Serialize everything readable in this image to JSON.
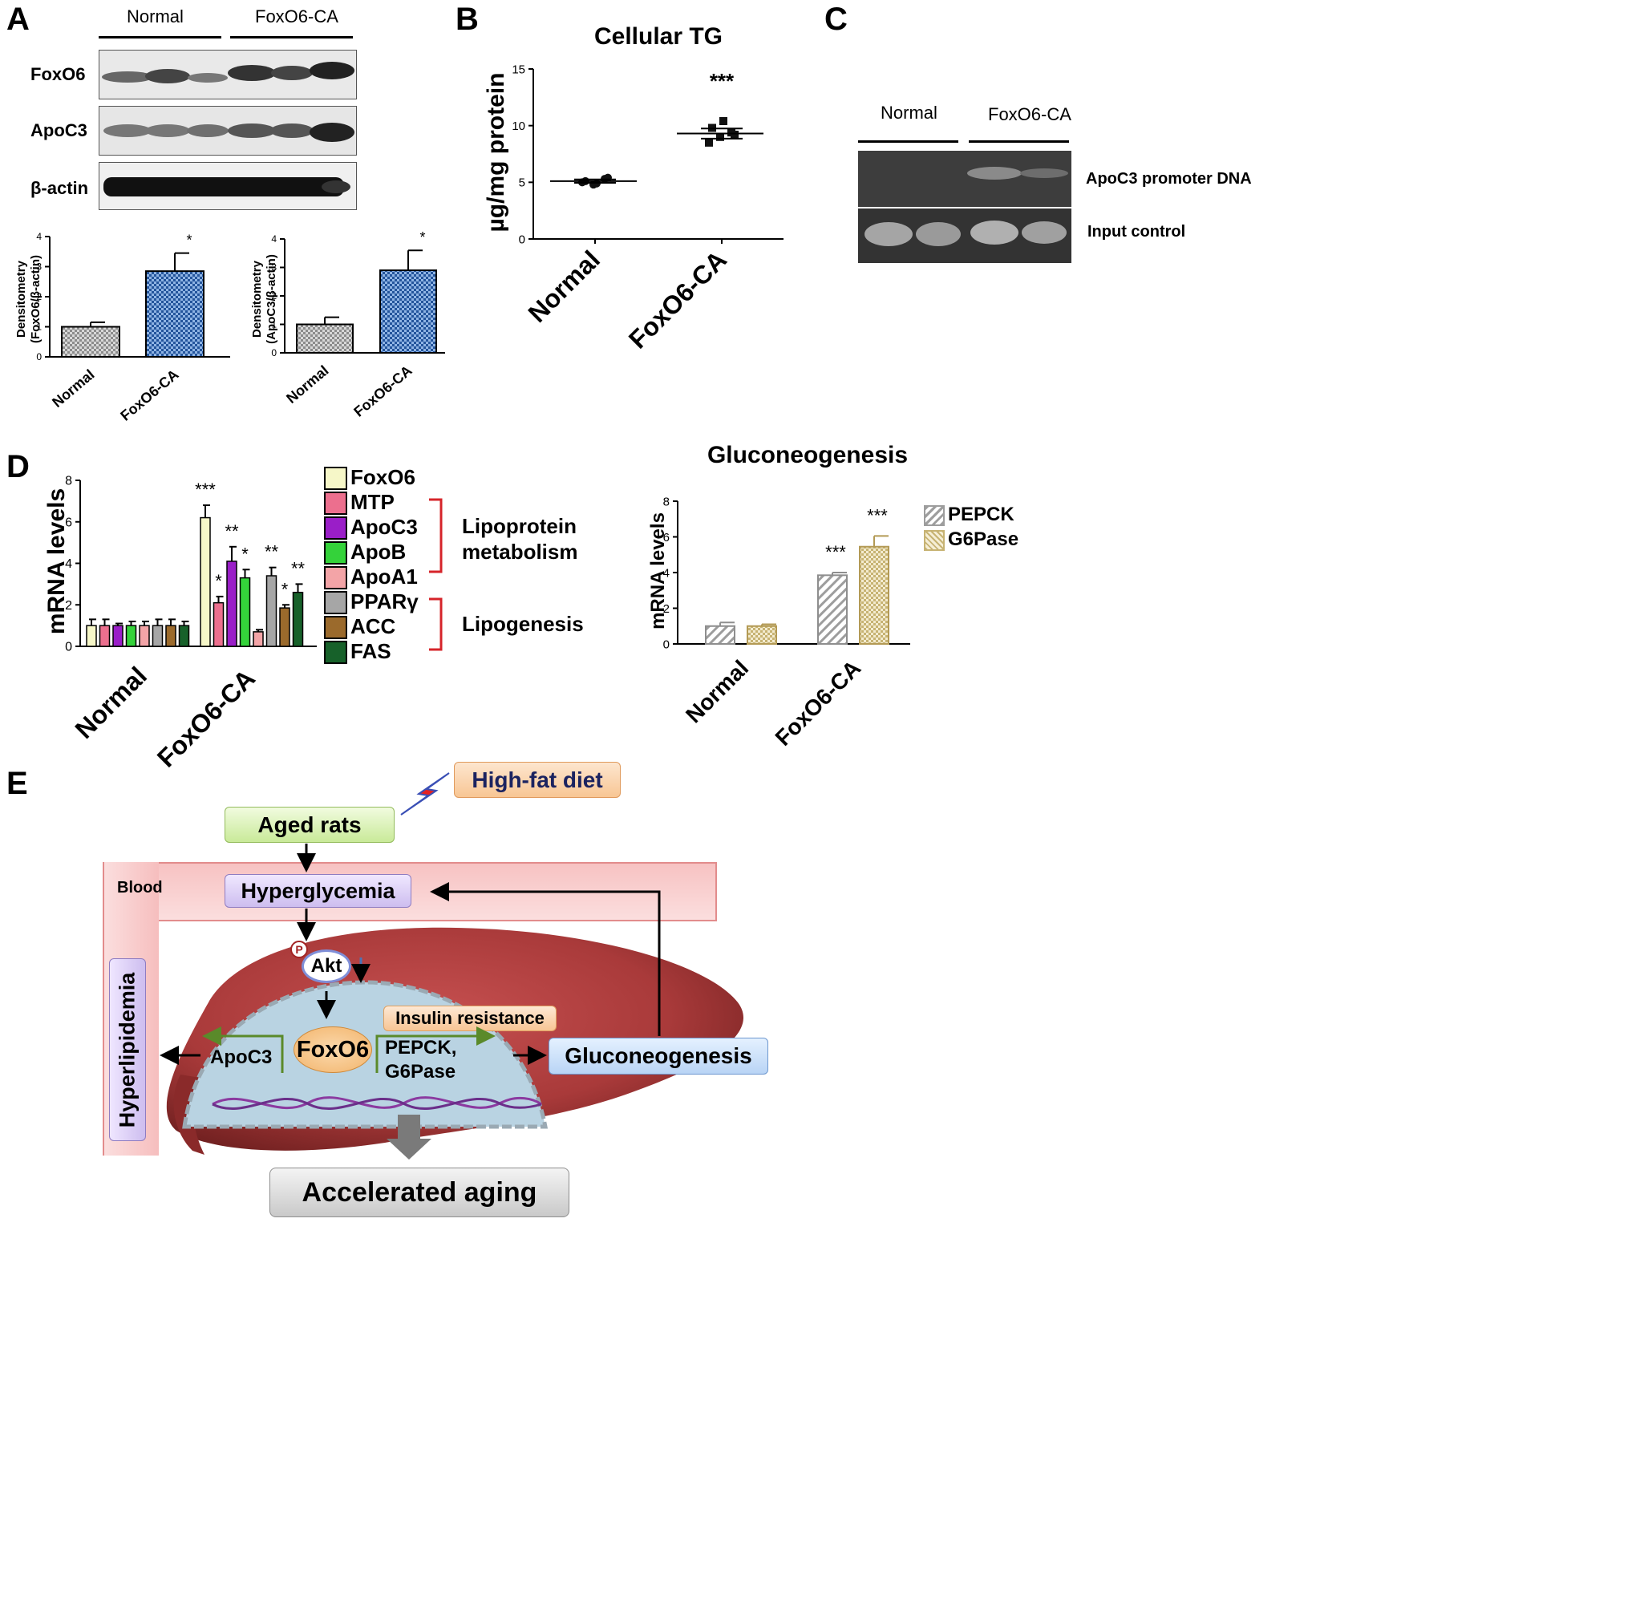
{
  "panels": {
    "a": "A",
    "b": "B",
    "c": "C",
    "d": "D",
    "e": "E"
  },
  "panel_a": {
    "group_labels": [
      "Normal",
      "FoxO6-CA"
    ],
    "blot_labels": [
      "FoxO6",
      "ApoC3",
      "β-actin"
    ],
    "chart1_ylabel_line1": "Densitometry",
    "chart1_ylabel_line2": "(FoxO6/β-actin)",
    "chart2_ylabel_line1": "Densitometry",
    "chart2_ylabel_line2": "(ApoC3/β-actin)"
  },
  "panel_c": {
    "group_labels": [
      "Normal",
      "FoxO6-CA"
    ],
    "band_labels": [
      "ApoC3 promoter DNA",
      "Input control"
    ]
  },
  "panel_d": {
    "legend": [
      "FoxO6",
      "MTP",
      "ApoC3",
      "ApoB",
      "ApoA1",
      "PPARγ",
      "ACC",
      "FAS"
    ],
    "brackets": [
      "Lipoprotein",
      "metabolism",
      "Lipogenesis"
    ],
    "gluco_legend": [
      "PEPCK",
      "G6Pase"
    ]
  },
  "panel_e": {
    "high_fat_diet": "High-fat diet",
    "aged_rats": "Aged rats",
    "blood": "Blood",
    "hyperglycemia": "Hyperglycemia",
    "p": "P",
    "akt": "Akt",
    "insulin_resistance": "Insulin resistance",
    "foxo6": "FoxO6",
    "apoc3": "ApoC3",
    "pepck_line1": "PEPCK,",
    "pepck_line2": "G6Pase",
    "gluconeogenesis": "Gluconeogenesis",
    "hyperlipidemia": "Hyperlipidemia",
    "accelerated_aging": "Accelerated aging"
  },
  "chart_data": [
    {
      "id": "a1",
      "type": "bar",
      "categories": [
        "Normal",
        "FoxO6-CA"
      ],
      "values": [
        1.0,
        2.85
      ],
      "errors": [
        0.15,
        0.6
      ],
      "significance": [
        "",
        "*"
      ],
      "ylim": [
        0,
        4
      ],
      "yticks": [
        0,
        1,
        2,
        3,
        4
      ],
      "ylabel": "Densitometry (FoxO6/β-actin)",
      "colors": [
        "#b8b8b8",
        "#3b6fb5"
      ]
    },
    {
      "id": "a2",
      "type": "bar",
      "categories": [
        "Normal",
        "FoxO6-CA"
      ],
      "values": [
        1.0,
        2.9
      ],
      "errors": [
        0.25,
        0.7
      ],
      "significance": [
        "",
        "*"
      ],
      "ylim": [
        0,
        4
      ],
      "yticks": [
        0,
        1,
        2,
        3,
        4
      ],
      "ylabel": "Densitometry (ApoC3/β-actin)",
      "colors": [
        "#b8b8b8",
        "#3b6fb5"
      ]
    },
    {
      "id": "b",
      "type": "scatter",
      "title": "Cellular TG",
      "ylabel": "µg/mg protein",
      "categories": [
        "Normal",
        "FoxO6-CA"
      ],
      "points": [
        [
          5.0,
          4.8,
          5.3,
          5.1,
          4.9,
          5.4
        ],
        [
          8.5,
          9.0,
          9.4,
          9.8,
          10.4,
          9.2
        ]
      ],
      "means": [
        5.1,
        9.3
      ],
      "sem": [
        0.15,
        0.45
      ],
      "significance": [
        "",
        "***"
      ],
      "ylim": [
        0,
        15
      ],
      "yticks": [
        0,
        5,
        10,
        15
      ]
    },
    {
      "id": "d1",
      "type": "bar",
      "ylabel": "mRNA levels",
      "categories": [
        "Normal",
        "FoxO6-CA"
      ],
      "series": [
        {
          "name": "FoxO6",
          "values": [
            1.0,
            6.2
          ],
          "errors": [
            0.3,
            0.6
          ],
          "sig": [
            "",
            "***"
          ],
          "color": "#f6f7c8"
        },
        {
          "name": "MTP",
          "values": [
            1.0,
            2.1
          ],
          "errors": [
            0.3,
            0.3
          ],
          "sig": [
            "",
            "*"
          ],
          "color": "#ec6f8e"
        },
        {
          "name": "ApoC3",
          "values": [
            1.0,
            4.1
          ],
          "errors": [
            0.1,
            0.7
          ],
          "sig": [
            "",
            "**"
          ],
          "color": "#9a1ec8"
        },
        {
          "name": "ApoB",
          "values": [
            1.0,
            3.3
          ],
          "errors": [
            0.2,
            0.4
          ],
          "sig": [
            "",
            "*"
          ],
          "color": "#34d23a"
        },
        {
          "name": "ApoA1",
          "values": [
            1.0,
            0.7
          ],
          "errors": [
            0.2,
            0.1
          ],
          "sig": [
            "",
            ""
          ],
          "color": "#f3a4a7"
        },
        {
          "name": "PPARγ",
          "values": [
            1.0,
            3.4
          ],
          "errors": [
            0.3,
            0.4
          ],
          "sig": [
            "",
            "**"
          ],
          "color": "#a6a6a6"
        },
        {
          "name": "ACC",
          "values": [
            1.0,
            1.85
          ],
          "errors": [
            0.3,
            0.15
          ],
          "sig": [
            "",
            "*"
          ],
          "color": "#9b6a2c"
        },
        {
          "name": "FAS",
          "values": [
            1.0,
            2.6
          ],
          "errors": [
            0.2,
            0.4
          ],
          "sig": [
            "",
            "**"
          ],
          "color": "#17612a"
        }
      ],
      "ylim": [
        0,
        8
      ],
      "yticks": [
        0,
        2,
        4,
        6,
        8
      ]
    },
    {
      "id": "d2",
      "type": "bar",
      "title": "Gluconeogenesis",
      "ylabel": "mRNA levels",
      "categories": [
        "Normal",
        "FoxO6-CA"
      ],
      "series": [
        {
          "name": "PEPCK",
          "values": [
            1.0,
            3.85
          ],
          "errors": [
            0.2,
            0.15
          ],
          "sig": [
            "",
            "***"
          ],
          "color": "#9d9d9d"
        },
        {
          "name": "G6Pase",
          "values": [
            1.0,
            5.45
          ],
          "errors": [
            0.1,
            0.6
          ],
          "sig": [
            "",
            "***"
          ],
          "color": "#c7b373"
        }
      ],
      "ylim": [
        0,
        8
      ],
      "yticks": [
        0,
        2,
        4,
        6,
        8
      ]
    }
  ]
}
